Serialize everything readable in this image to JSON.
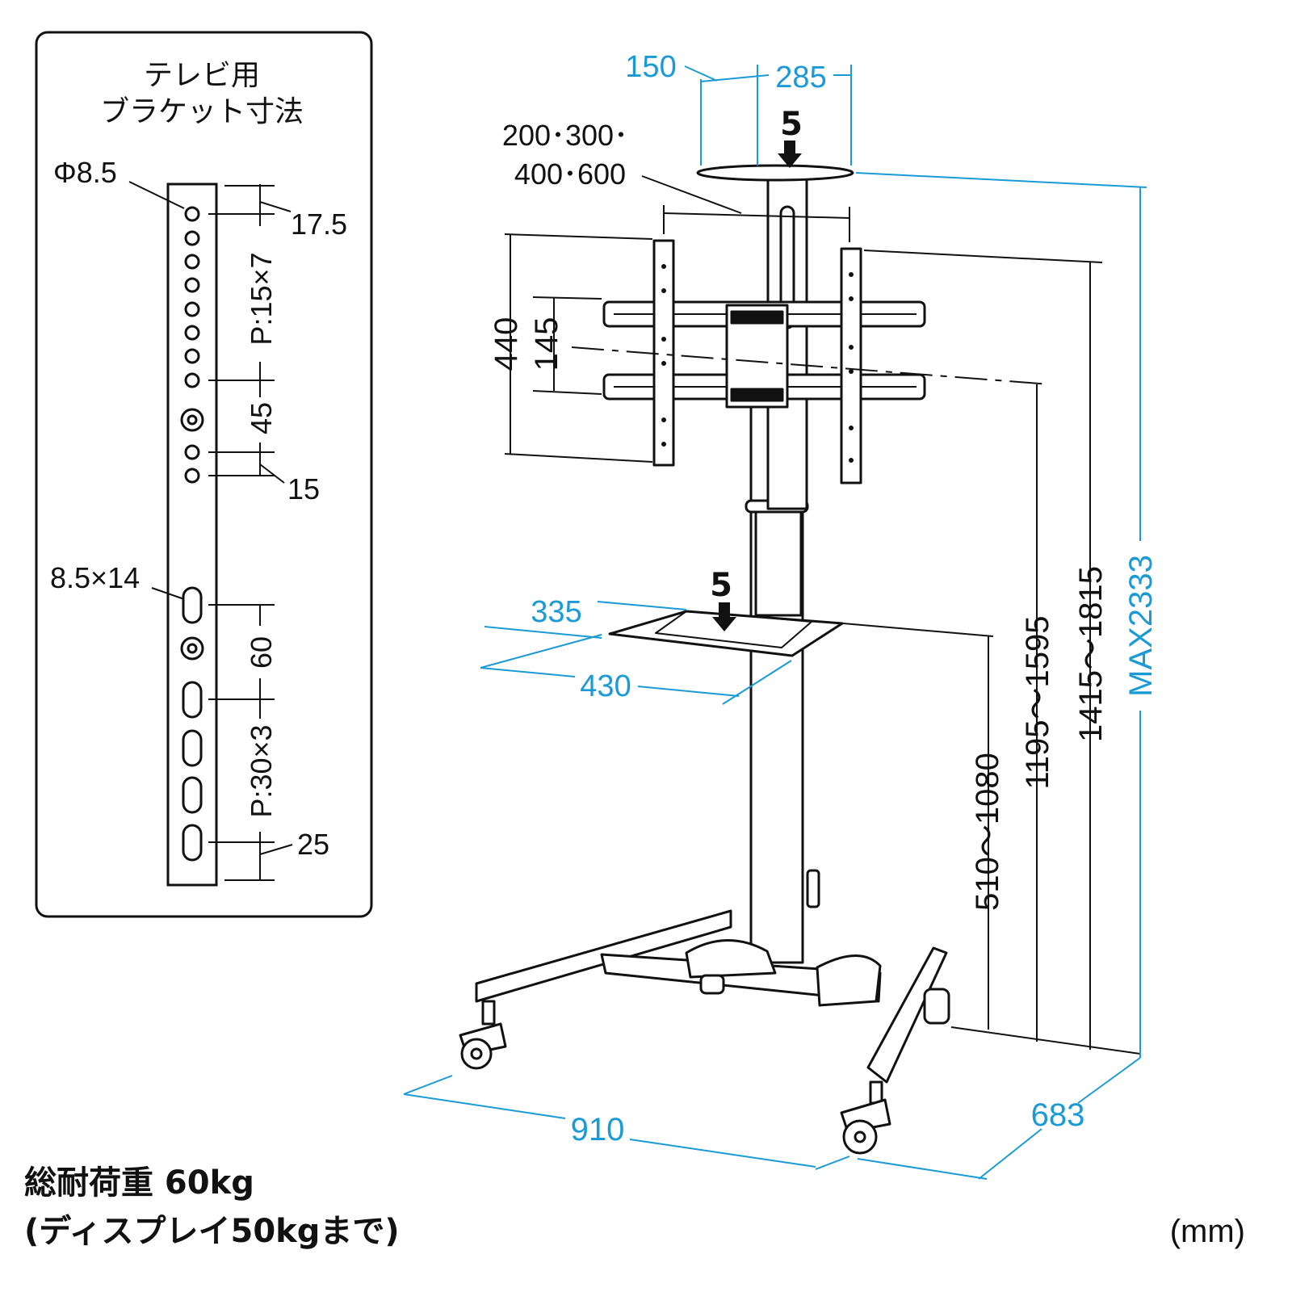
{
  "bracket_panel": {
    "title_line1": "テレビ用",
    "title_line2": "ブラケット寸法",
    "labels": {
      "hole_diameter": "Φ8.5",
      "top_offset": "17.5",
      "pitch_15x7": "P:15×7",
      "spacing_45": "45",
      "spacing_15": "15",
      "slot_size": "8.5×14",
      "spacing_60": "60",
      "pitch_30x3": "P:30×3",
      "bottom_offset": "25"
    }
  },
  "stand_dimensions": {
    "top_shelf_depth": "150",
    "top_shelf_width": "285",
    "load_top": "5",
    "vesa_line1": "200･300･",
    "vesa_line2": "400･600",
    "bracket_height": "440",
    "arm_spacing": "145",
    "load_shelf": "5",
    "av_shelf_depth": "335",
    "av_shelf_width": "430",
    "shelf_height": "510～1080",
    "center_height": "1195～1595",
    "bracket_top_height": "1415～1815",
    "max_height": "MAX2333",
    "base_width": "910",
    "base_depth": "683"
  },
  "footer": {
    "load_line1": "総耐荷重 60kg",
    "load_line2": "(ディスプレイ50kgまで)",
    "unit": "(mm)"
  },
  "colors": {
    "dimension_blue": "#1a9ad6",
    "line_black": "#111111"
  }
}
